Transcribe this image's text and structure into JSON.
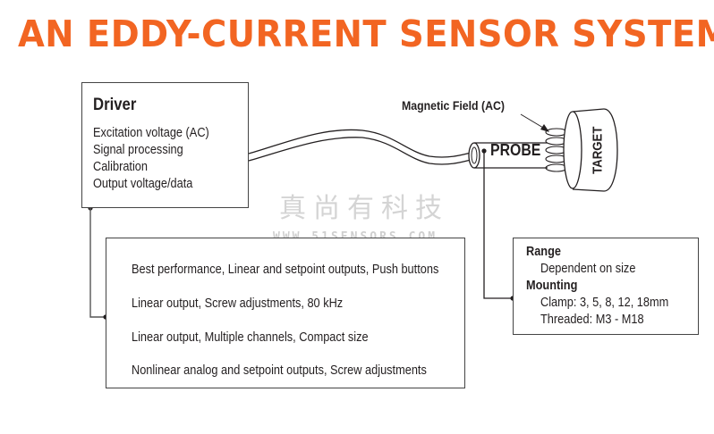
{
  "title": "AN EDDY-CURRENT SENSOR SYSTEM",
  "colors": {
    "title": "#f26522",
    "lines": "#231f20",
    "watermark": "#d0d0d0"
  },
  "driver": {
    "heading": "Driver",
    "lines": [
      "Excitation voltage (AC)",
      "Signal processing",
      "Calibration",
      "Output voltage/data"
    ]
  },
  "probe": {
    "label": "PROBE"
  },
  "target": {
    "label": "TARGET"
  },
  "magnetic_field": {
    "label": "Magnetic Field (AC)"
  },
  "driver_models": {
    "lines": [
      "Best performance, Linear and setpoint outputs, Push buttons",
      "Linear output, Screw adjustments, 80 kHz",
      "Linear output, Multiple channels, Compact size",
      "Nonlinear analog and setpoint outputs, Screw adjustments"
    ]
  },
  "probe_specs": {
    "range_heading": "Range",
    "range_value": "Dependent on size",
    "mounting_heading": "Mounting",
    "mounting_lines": [
      "Clamp: 3, 5, 8, 12, 18mm",
      "Threaded: M3 - M18"
    ]
  },
  "watermark": {
    "chinese": "真尚有科技",
    "url": "WWW.51SENSORS.COM"
  }
}
